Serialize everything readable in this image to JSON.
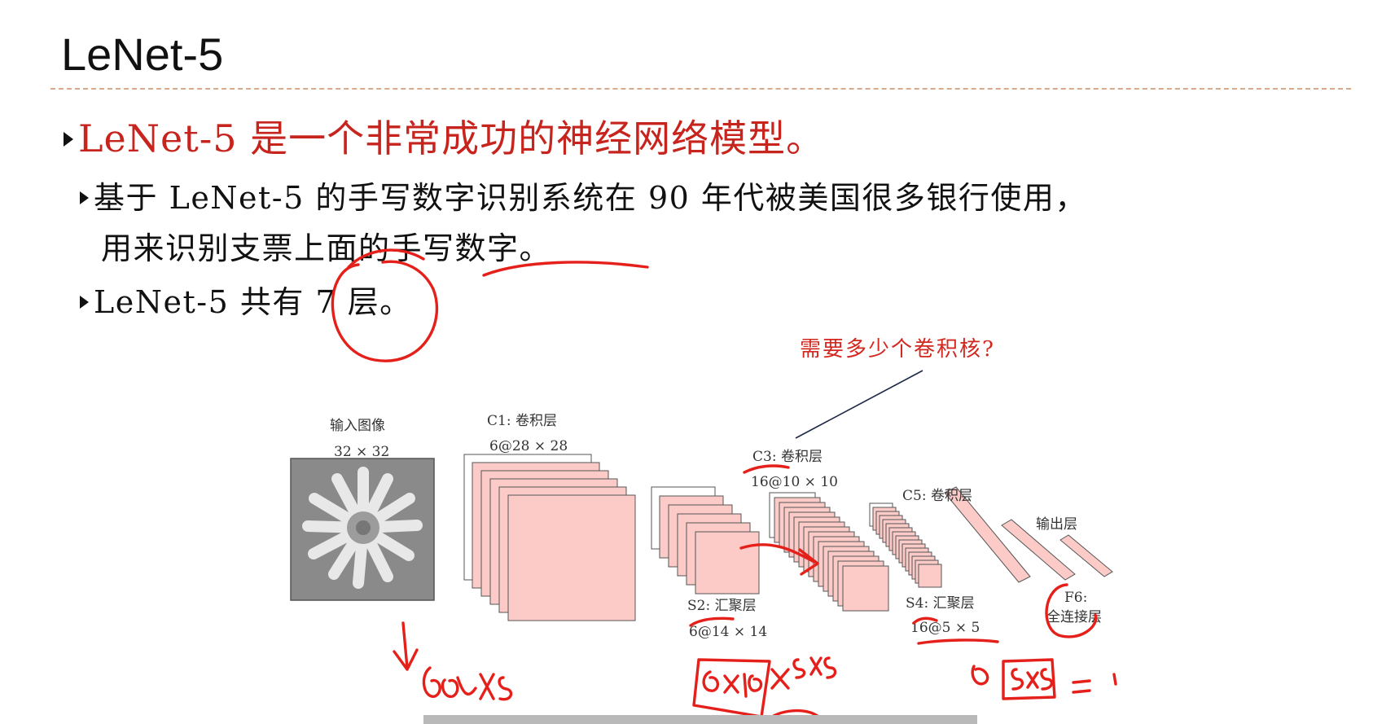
{
  "slide": {
    "title": "LeNet-5"
  },
  "bullets": {
    "main": "LeNet-5 是一个非常成功的神经网络模型。",
    "sub1_line1": "基于 LeNet-5 的手写数字识别系统在 90 年代被美国很多银行使用，",
    "sub1_line2": "用来识别支票上面的手写数字。",
    "sub2": "LeNet-5 共有 7 层。"
  },
  "diagram": {
    "input_label": "输入图像",
    "input_size": "32 × 32",
    "c1_label": "C1: 卷积层",
    "c1_size": "6@28 × 28",
    "s2_label": "S2: 汇聚层",
    "s2_size": "6@14 × 14",
    "c3_label": "C3: 卷积层",
    "c3_size": "16@10 × 10",
    "s4_label": "S4: 汇聚层",
    "s4_size": "16@5 × 5",
    "c5_label": "C5: 卷积层",
    "f6_label": "F6:",
    "f6_desc": "全连接层",
    "output_label": "输出层"
  },
  "annotations": {
    "question": "需要多少个卷积核?"
  },
  "colors": {
    "accent_red": "#c6241d",
    "ink_red": "#e5201a",
    "feature_map_fill": "#fccbc7",
    "rule": "#d9a98a"
  }
}
